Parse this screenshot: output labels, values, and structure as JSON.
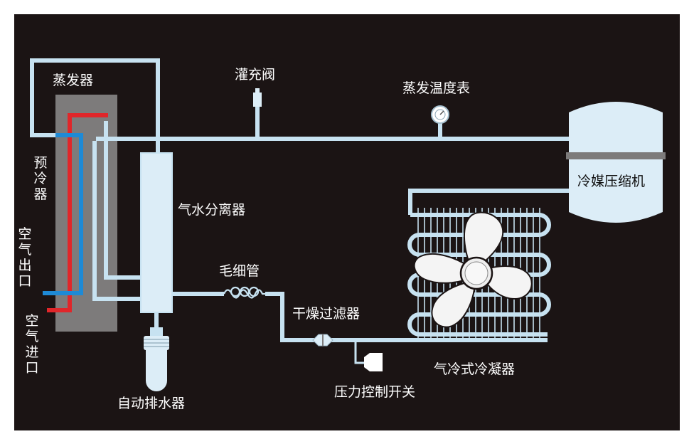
{
  "colors": {
    "background": "#1b1414",
    "pipe": "#c7e2f1",
    "hot_line": "#e0262a",
    "cold_line": "#1e8ad6",
    "evaporator_body": "#7d7b7b"
  },
  "labels": {
    "evaporator": "蒸发器",
    "fill_valve": "灌充阀",
    "evap_temp_gauge": "蒸发温度表",
    "compressor": "冷媒压缩机",
    "precooler": "预冷器",
    "separator": "气水分离器",
    "air_outlet": "空气出口",
    "capillary": "毛细管",
    "filter_drier": "干燥过滤器",
    "air_inlet": "空气进口",
    "condenser": "气冷式冷凝器",
    "auto_drain": "自动排水器",
    "pressure_switch": "压力控制开关"
  },
  "icons": [
    "fan-icon",
    "gauge-icon",
    "valve-icon",
    "drain-icon",
    "capillary-coil-icon",
    "filter-drier-icon",
    "pressure-switch-icon"
  ]
}
